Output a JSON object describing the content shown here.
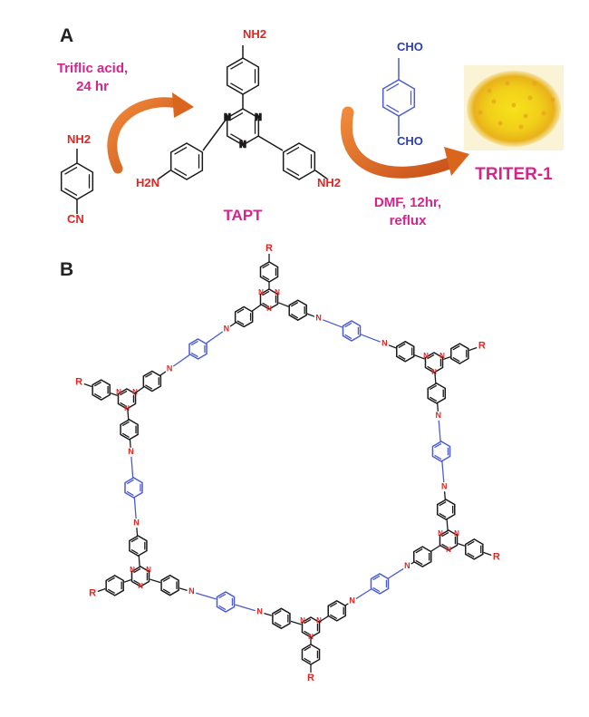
{
  "panels": {
    "a": "A",
    "b": "B"
  },
  "reaction1": {
    "reagent_line1": "Triflic acid,",
    "reagent_line2": "24 hr"
  },
  "starting_material": {
    "substituent_top": "NH2",
    "substituent_bottom": "CN"
  },
  "tapt": {
    "name": "TAPT",
    "amine_top": "NH2",
    "amine_left": "H2N",
    "amine_right": "NH2"
  },
  "aldehyde": {
    "group_top": "CHO",
    "group_bottom": "CHO"
  },
  "reaction2": {
    "conditions_line1": "DMF, 12hr,",
    "conditions_line2": "reflux"
  },
  "product": {
    "name": "TRITER-1"
  },
  "framework": {
    "nitrogen_symbol": "N",
    "end_group": "R",
    "end_groups": [
      "R",
      "R",
      "R",
      "R",
      "R",
      "R"
    ]
  },
  "colors": {
    "bonds": "#1a1a1a",
    "linker": "#4a5bd4",
    "heteroatom": "#e8231f",
    "label": "#d6248c",
    "arrow": "#d9661c",
    "powder": "#f1cf1a"
  },
  "icons": {
    "arrows": "curved-reaction-arrow",
    "product_image": "yellow-powder"
  }
}
